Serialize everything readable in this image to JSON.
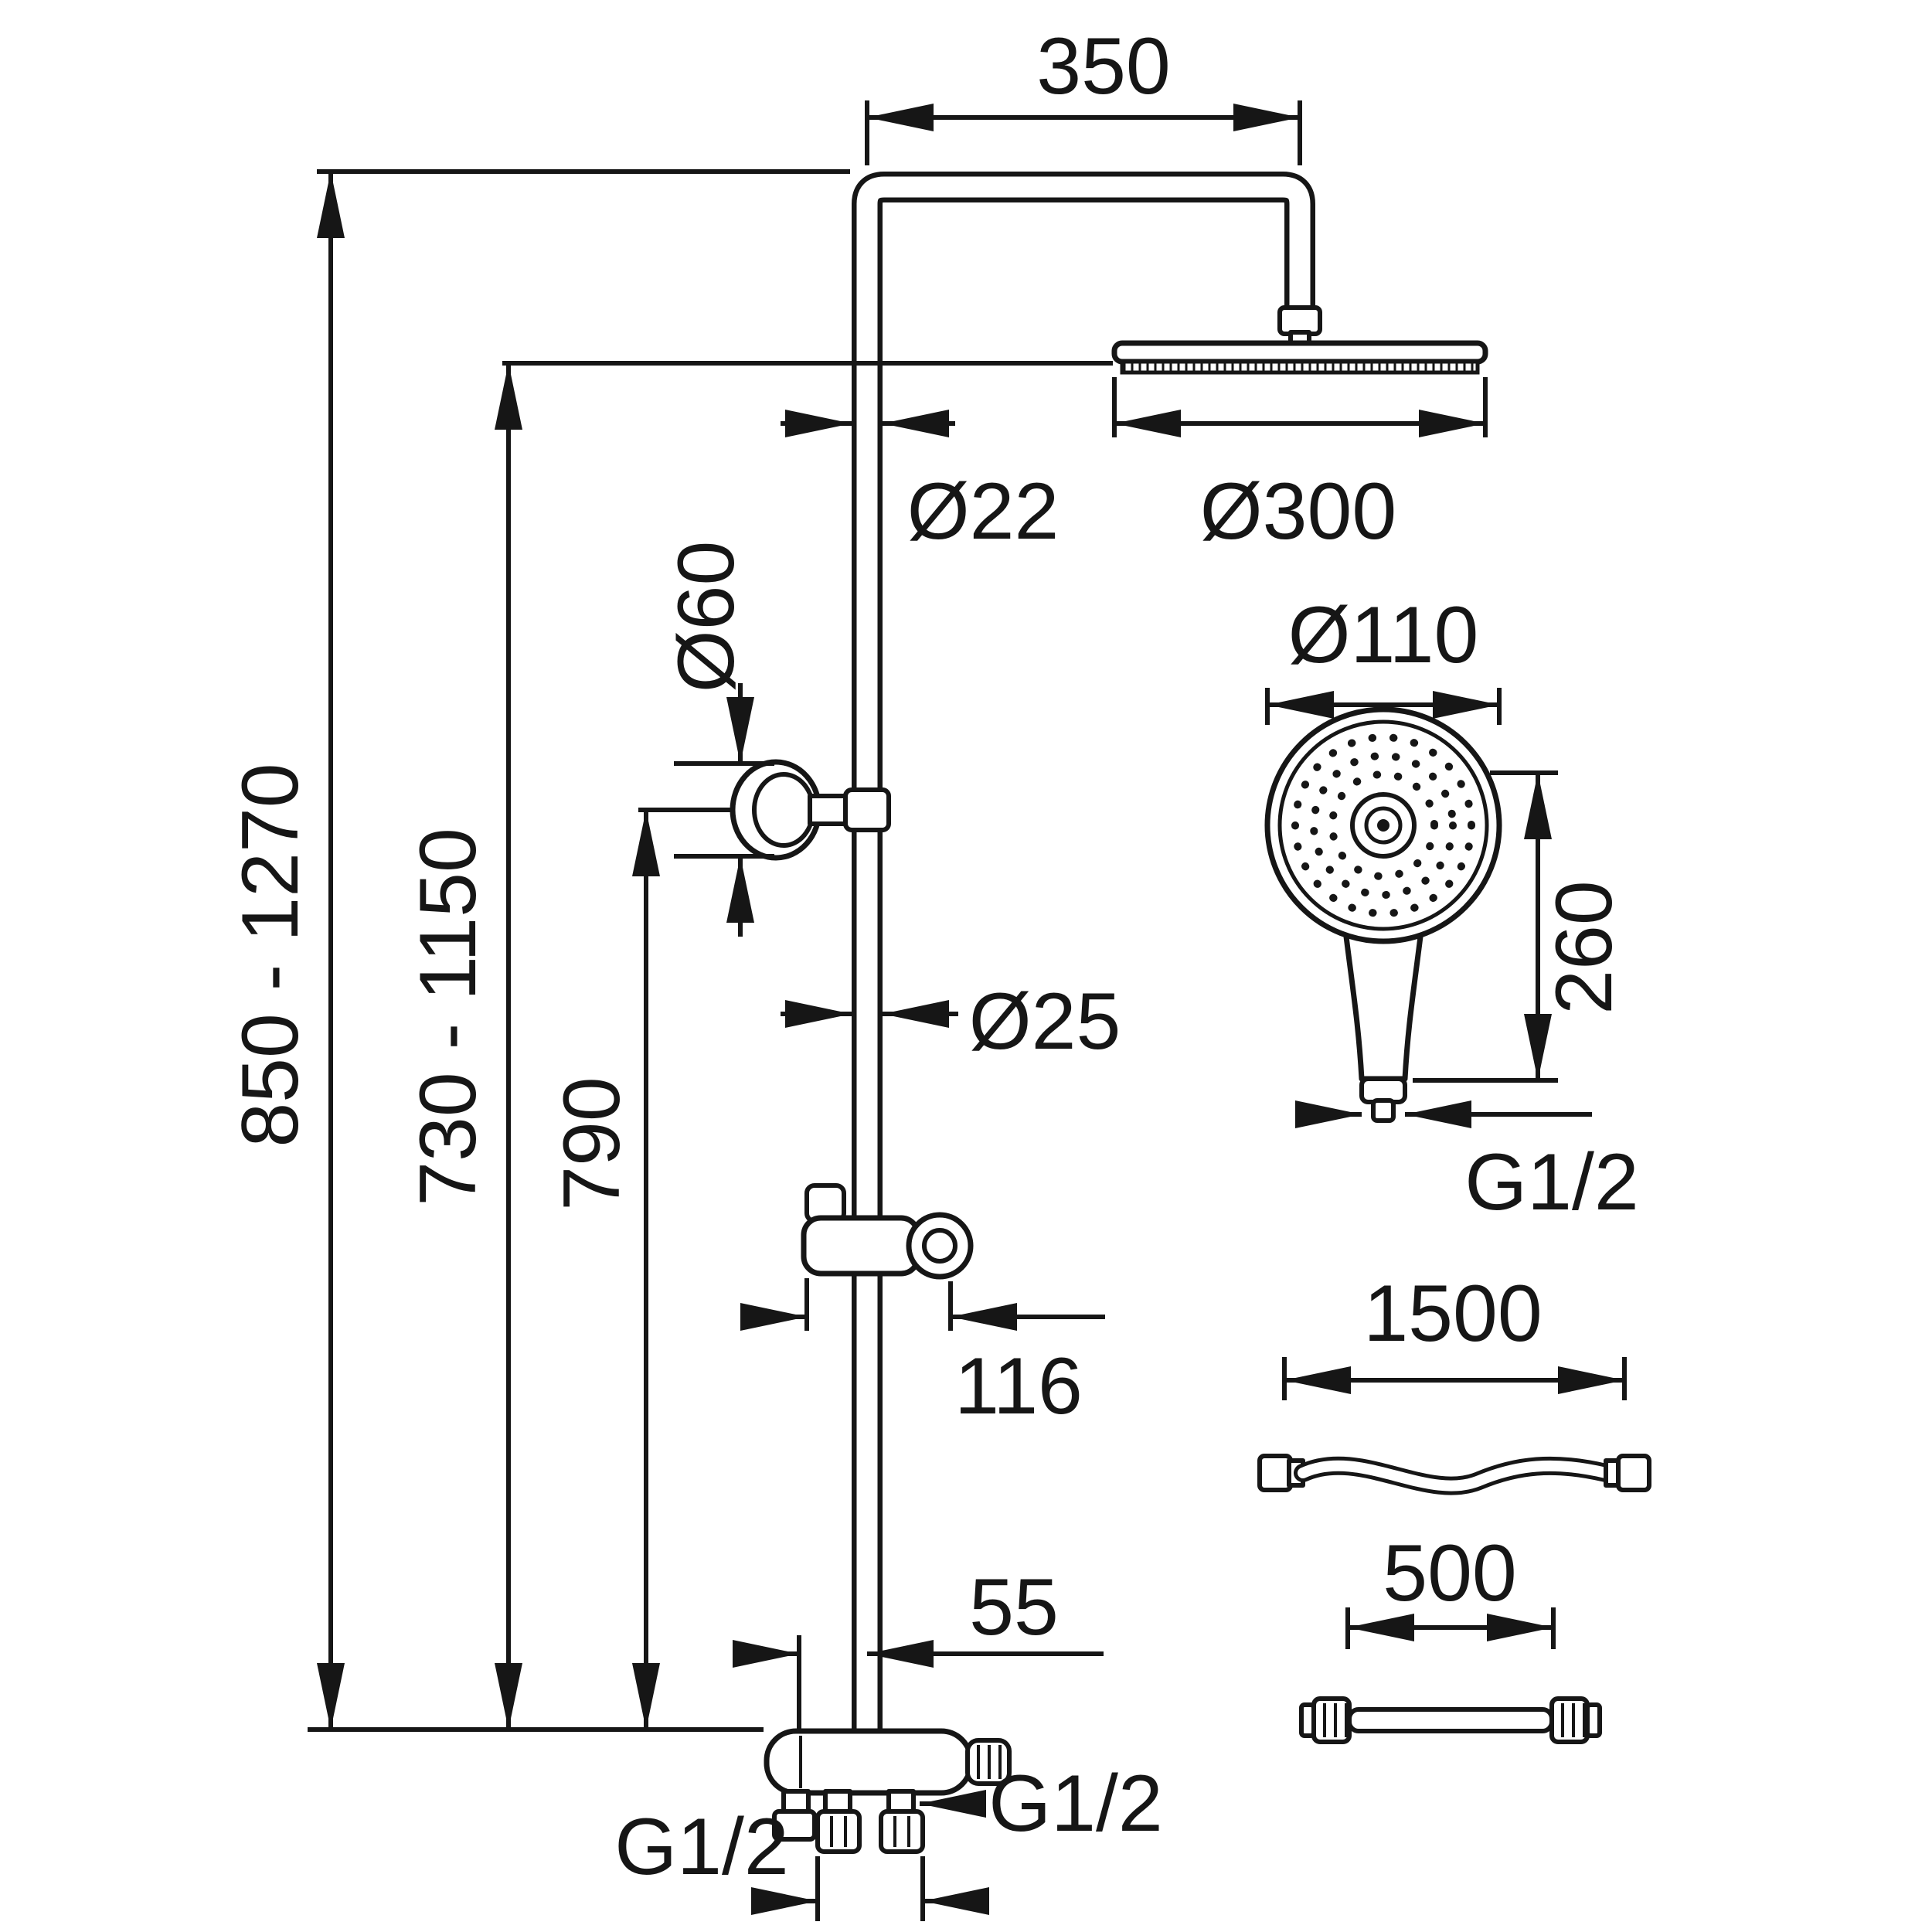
{
  "meta": {
    "subject": "Shower column dimensional line drawing",
    "colors": {
      "line": "#161616",
      "background": "#ffffff"
    }
  },
  "labels": {
    "top_width": "350",
    "riser_top_diameter": "Ø22",
    "head_diameter": "Ø300",
    "bracket_diameter": "Ø60",
    "total_height": "850 - 1270",
    "head_height": "730 - 1150",
    "bracket_height": "790",
    "riser_diameter": "Ø25",
    "holder_width": "116",
    "bottom_offset": "55",
    "inlet_thread": "G1/2",
    "outlet_thread": "G1/2",
    "hand_diameter": "Ø110",
    "hand_length": "260",
    "hand_thread": "G1/2",
    "hose_long": "1500",
    "hose_short": "500"
  }
}
